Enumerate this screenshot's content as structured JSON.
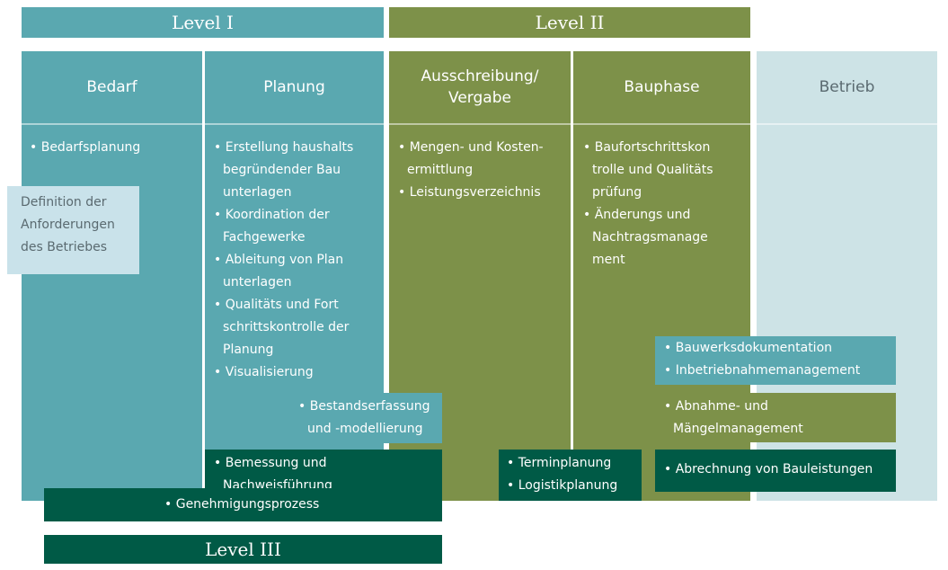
{
  "levels": {
    "level1": "Level I",
    "level2": "Level II",
    "level3": "Level III"
  },
  "phases": {
    "bedarf": "Bedarf",
    "planung": "Planung",
    "ausschreibung": "Ausschreibung/\nVergabe",
    "bauphase": "Bauphase",
    "betrieb": "Betrieb"
  },
  "bedarf_items": [
    "Bedarfsplanung"
  ],
  "planung_items": [
    "Erstellung haushalts\nbegründender Bau\nunterlagen",
    "Koordination der\nFachgewerke",
    "Ableitung von Plan\nunterlagen",
    "Qualitäts  und Fort\nschrittskontrolle der\nPlanung",
    "Visualisierung"
  ],
  "ausschreibung_items": [
    "Mengen- und Kosten-\nermittlung",
    "Leistungsverzeichnis"
  ],
  "bauphase_items": [
    "Baufortschrittskon\ntrolle und Qualitäts\nprüfung",
    "Änderungs  und\nNachtragsmanage\nment"
  ],
  "definition_note": "Definition der\nAnforderungen\ndes Betriebes",
  "bestand_items": [
    "Bestandserfassung\nund -modellierung"
  ],
  "bemessung_items": [
    "Bemessung und\nNachweisführung"
  ],
  "genehmigung_items": [
    "Genehmigungsprozess"
  ],
  "termin_items": [
    "Terminplanung",
    "Logistikplanung"
  ],
  "bauwerk_items": [
    "Bauwerksdokumentation",
    "Inbetriebnahmemanagement"
  ],
  "abnahme_items": [
    "Abnahme- und\nMängelmanagement"
  ],
  "abrechnung_items": [
    "Abrechnung von Bauleistungen"
  ],
  "colors": {
    "teal": "#5aa8b0",
    "olive": "#7d9149",
    "pale_blue": "#cde3e6",
    "dark_green": "#005a46"
  }
}
